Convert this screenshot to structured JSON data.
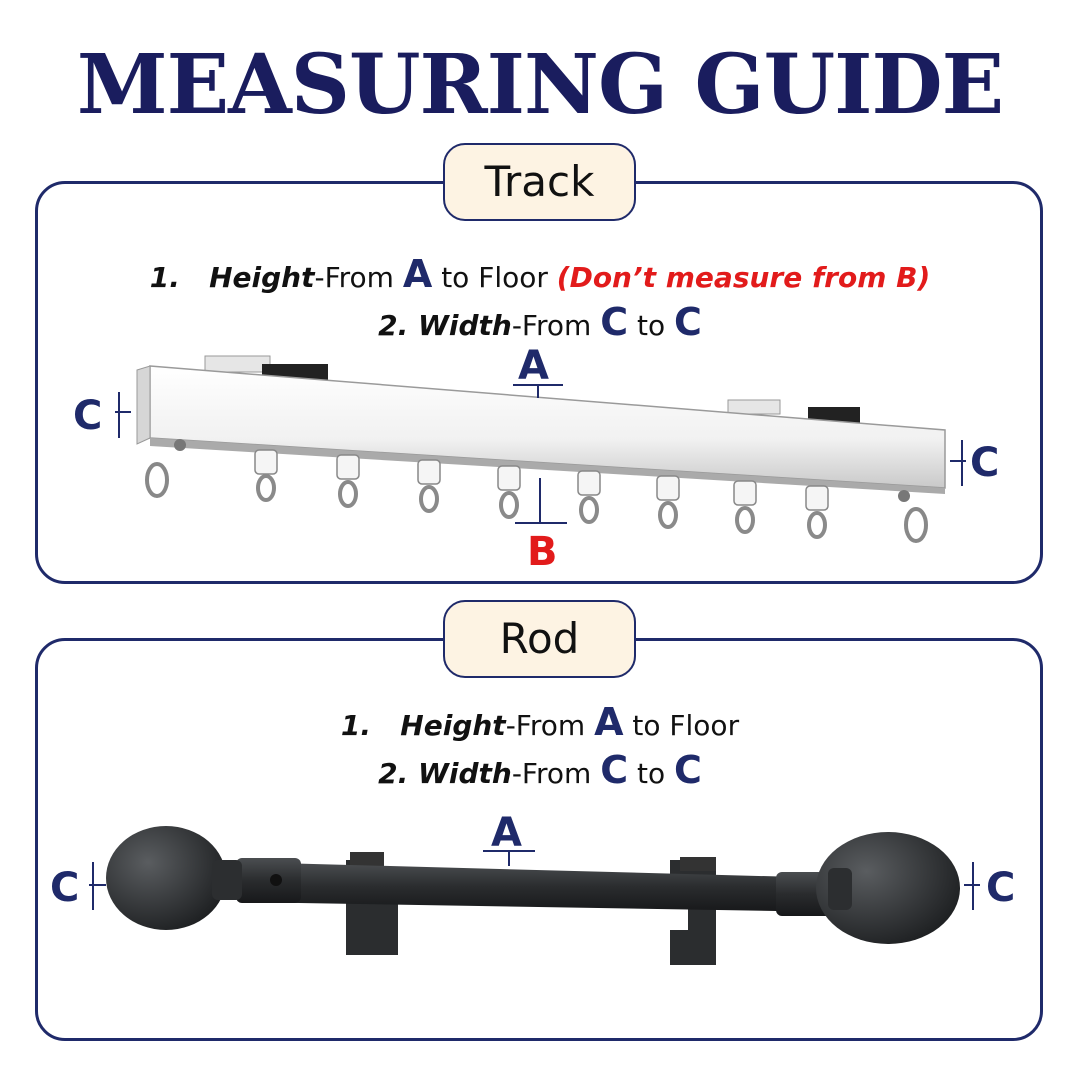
{
  "title": "MEASURING GUIDE",
  "track": {
    "label": "Track",
    "line1": {
      "num": "1.",
      "term": "Height",
      "from": "-From",
      "point": "A",
      "to": "to Floor",
      "note": "(Don’t measure from B)"
    },
    "line2": {
      "num": "2.",
      "term": "Width",
      "from": "-From",
      "point_start": "C",
      "to": "to",
      "point_end": "C"
    },
    "markers": {
      "a": "A",
      "b": "B",
      "c_left": "C",
      "c_right": "C"
    }
  },
  "rod": {
    "label": "Rod",
    "line1": {
      "num": "1.",
      "term": "Height",
      "from": "-From",
      "point": "A",
      "to": "to Floor"
    },
    "line2": {
      "num": "2.",
      "term": "Width",
      "from": "-From",
      "point_start": "C",
      "to": "to",
      "point_end": "C"
    },
    "markers": {
      "a": "A",
      "c_left": "C",
      "c_right": "C"
    }
  },
  "colors": {
    "navy": "#1f2a6a",
    "red": "#e21b1b",
    "tag_bg": "#fdf3e3"
  }
}
